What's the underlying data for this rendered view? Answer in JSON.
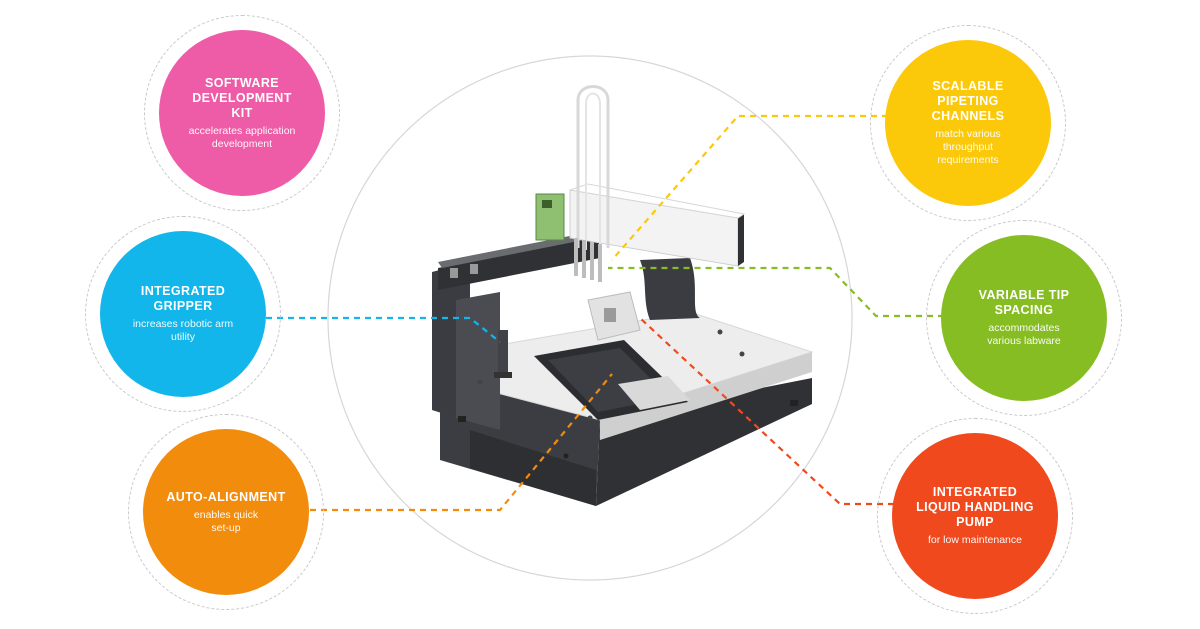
{
  "features": [
    {
      "id": "sdk",
      "title": "SOFTWARE DEVELOPMENT KIT",
      "title_lines": [
        "SOFTWARE",
        "DEVELOPMENT",
        "KIT"
      ],
      "desc_lines": [
        "accelerates application",
        "development"
      ],
      "color": "#ee5ba6"
    },
    {
      "id": "gripper",
      "title": "INTEGRATED GRIPPER",
      "title_lines": [
        "INTEGRATED",
        "GRIPPER"
      ],
      "desc_lines": [
        "increases robotic arm",
        "utility"
      ],
      "color": "#12b6ea"
    },
    {
      "id": "alignment",
      "title": "AUTO-ALIGNMENT",
      "title_lines": [
        "AUTO-ALIGNMENT"
      ],
      "desc_lines": [
        "enables quick",
        "set-up"
      ],
      "color": "#f28c0c"
    },
    {
      "id": "channels",
      "title": "SCALABLE PIPETING CHANNELS",
      "title_lines": [
        "SCALABLE",
        "PIPETING CHANNELS"
      ],
      "desc_lines": [
        "match various",
        "throughput",
        "requirements"
      ],
      "color": "#fbc80a"
    },
    {
      "id": "spacing",
      "title": "VARIABLE TIP SPACING",
      "title_lines": [
        "VARIABLE TIP",
        "SPACING"
      ],
      "desc_lines": [
        "accommodates",
        "various labware"
      ],
      "color": "#86bd23"
    },
    {
      "id": "pump",
      "title": "INTEGRATED LIQUID HANDLING PUMP",
      "title_lines": [
        "INTEGRATED",
        "LIQUID HANDLING",
        "PUMP"
      ],
      "desc_lines": [
        "for low maintenance"
      ],
      "color": "#f0491e"
    }
  ],
  "colors": {
    "frame_dark": "#3b3d42",
    "frame_mid": "#55575c",
    "deck": "#eeeeee",
    "ring": "#d0d0d0"
  }
}
